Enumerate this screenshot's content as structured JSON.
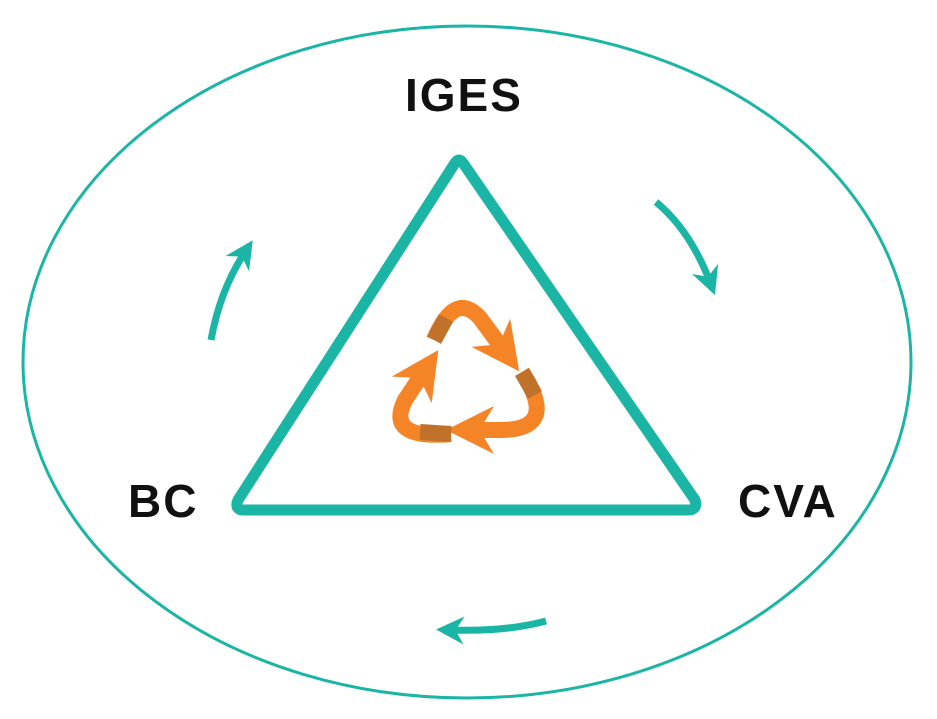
{
  "labels": {
    "top": "IGES",
    "left": "BC",
    "right": "CVA"
  },
  "colors": {
    "teal": "#1bb5a5",
    "orange": "#f58427",
    "orange_dark": "#c0722a"
  },
  "icons": {
    "center": "recycle-icon",
    "cycle_arrows": "curved-arrow-icon"
  }
}
